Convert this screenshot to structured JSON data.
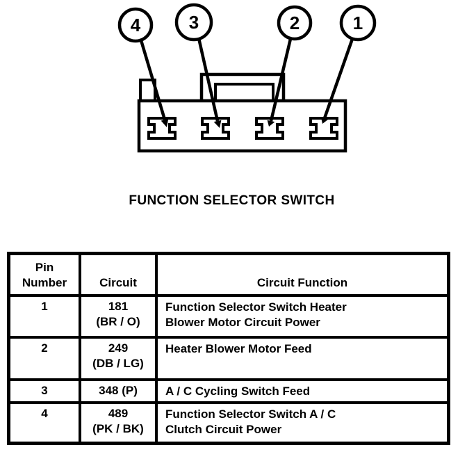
{
  "page": {
    "ink_color": "#000000",
    "paper_color": "#ffffff"
  },
  "diagram": {
    "title": "FUNCTION SELECTOR SWITCH",
    "callouts": [
      "4",
      "3",
      "2",
      "1"
    ]
  },
  "table": {
    "headers": {
      "pin": "Pin\nNumber",
      "circuit": "Circuit",
      "function": "Circuit Function"
    },
    "rows": [
      {
        "pin": "1",
        "circuit": "181\n(BR / O)",
        "function": "Function Selector Switch Heater\nBlower Motor Circuit Power"
      },
      {
        "pin": "2",
        "circuit": "249\n(DB / LG)",
        "function": "Heater Blower Motor Feed"
      },
      {
        "pin": "3",
        "circuit": "348 (P)",
        "function": "A / C Cycling Switch Feed"
      },
      {
        "pin": "4",
        "circuit": "489\n(PK / BK)",
        "function": "Function Selector Switch A / C\nClutch Circuit Power"
      }
    ]
  }
}
